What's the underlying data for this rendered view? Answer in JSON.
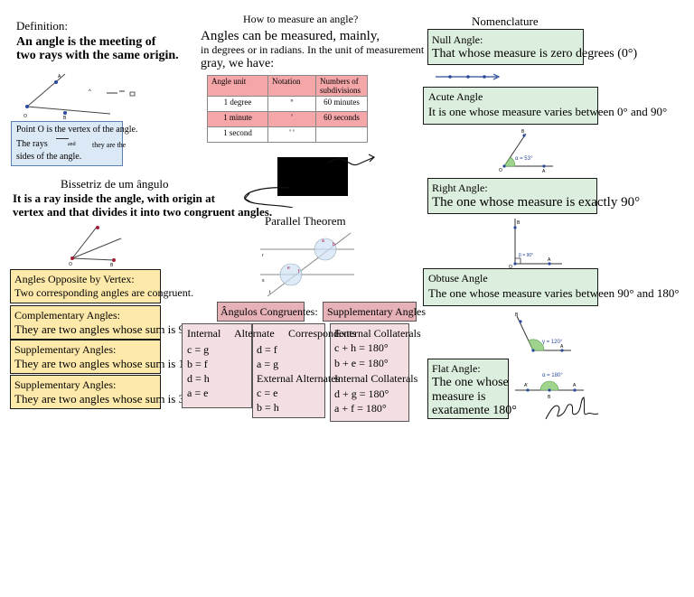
{
  "left": {
    "definition_label": "Definition:",
    "definition_text_1": "An angle is the meeting of",
    "definition_text_2": "two rays with the same origin.",
    "vertex_note_1": "Point O is the vertex of the angle.",
    "vertex_note_2": "The rays",
    "vertex_note_3": "and",
    "vertex_note_4": "they are the",
    "vertex_note_5": "sides of the angle.",
    "bisector_title": "Bissetriz de um ângulo",
    "bisector_text_1": "It is a ray inside the angle, with origin at",
    "bisector_text_2": "vertex and that divides it into two congruent angles.",
    "boxes": [
      {
        "title": "Angles Opposite by Vertex:",
        "text": "Two corresponding angles are congruent."
      },
      {
        "title": "Complementary Angles:",
        "text": "They are two angles whose sum is 90°"
      },
      {
        "title": "Supplementary Angles:",
        "text": "They are two angles whose sum is 180°"
      },
      {
        "title": "Supplementary Angles:",
        "text": "They are two angles whose sum is 360°"
      }
    ]
  },
  "middle": {
    "measure_title": "How to measure an angle?",
    "measure_text_1": "Angles can be measured, mainly,",
    "measure_text_2": "in degrees or in radians. In the unit of measurement",
    "measure_text_3": "gray, we have:",
    "table_headers": [
      "Angle unit",
      "Notation",
      "Numbers of subdivisions"
    ],
    "table_rows": [
      [
        "1 degree",
        "º",
        "60 minutes"
      ],
      [
        "1 minute",
        "'",
        "60 seconds"
      ],
      [
        "1 second",
        "' '",
        ""
      ]
    ],
    "parallel_title": "Parallel Theorem",
    "congruent_label": "Ângulos Congruentes:",
    "supplementary_label": "Supplementary Angles",
    "col1": {
      "header": "Internal",
      "lines": [
        "c = g",
        "b = f",
        "d = h",
        "a = e"
      ]
    },
    "col2": {
      "header": "Alternate",
      "lines": [
        "d = f",
        "a = g",
        "External Alternates",
        "c = e",
        "b = h"
      ]
    },
    "col3_header": "Correspondents",
    "col4": {
      "header": "External Collaterals",
      "lines": [
        "c + h = 180°",
        "b + e = 180°",
        "Internal Collaterals",
        "d + g = 180°",
        "a + f = 180°"
      ]
    }
  },
  "right": {
    "nomenclature_title": "Nomenclature",
    "null_title": "Null Angle:",
    "null_text": "That whose measure is zero degrees (0°)",
    "acute_title": "Acute Angle",
    "acute_text": "It is one whose measure varies between 0° and 90°",
    "acute_label": "α = 53°",
    "right_title": "Right Angle:",
    "right_text": "The one whose measure is exactly 90°",
    "right_label": "β = 90°",
    "obtuse_title": "Obtuse Angle",
    "obtuse_text": "The one whose measure varies between 90° and 180°",
    "obtuse_label": "γ = 120°",
    "flat_title": "Flat Angle:",
    "flat_text_1": "The one whose",
    "flat_text_2": "measure is",
    "flat_text_3": "exatamente 180°",
    "flat_label": "α = 180°"
  },
  "colors": {
    "yellow_box": "#fde9a9",
    "green_box": "#dceedd",
    "blue_box": "#dbe8f5",
    "table_pink": "#f4a6a8",
    "rose_label": "#e6b2b8",
    "pink_box": "#f3dfe2"
  }
}
